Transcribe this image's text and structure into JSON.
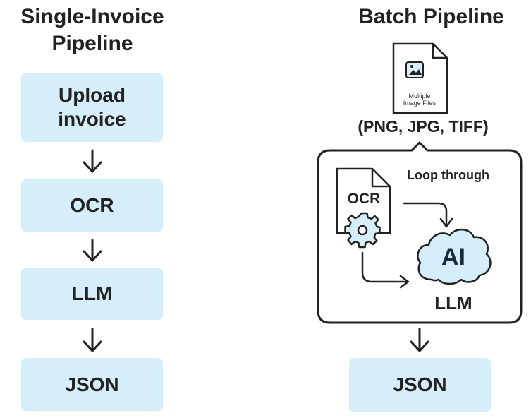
{
  "single_pipeline": {
    "title_line1": "Single-Invoice",
    "title_line2": "Pipeline",
    "steps": {
      "upload_line1": "Upload",
      "upload_line2": "invoice",
      "ocr": "OCR",
      "llm": "LLM",
      "json": "JSON"
    }
  },
  "batch_pipeline": {
    "title": "Batch Pipeline",
    "file_caption_line1": "Multiple",
    "file_caption_line2": "Image Files",
    "formats": "(PNG, JPG, TIFF)",
    "loop_label": "Loop through",
    "ocr_label": "OCR",
    "ai_label": "AI",
    "llm_label": "LLM",
    "output": "JSON"
  },
  "colors": {
    "box_fill": "#d6eef9",
    "cloud_fill": "#d6eef9",
    "stroke": "#222222"
  },
  "icons": [
    "down-arrow-icon",
    "image-file-icon",
    "document-icon",
    "gear-icon",
    "cloud-icon",
    "right-arrow-icon"
  ]
}
